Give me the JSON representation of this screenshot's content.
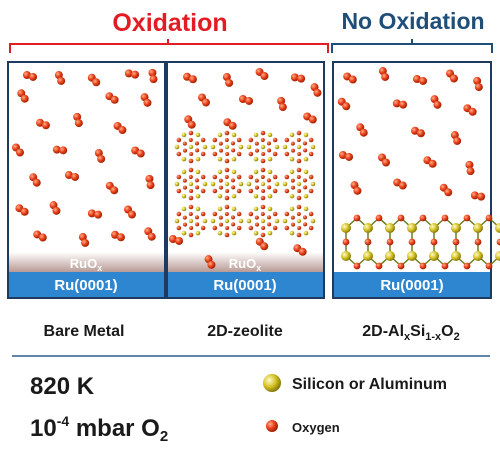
{
  "header": {
    "oxidation": "Oxidation",
    "no_oxidation": "No Oxidation"
  },
  "panels": [
    {
      "substrate": "Ru(0001)",
      "oxide_main": "RuO",
      "oxide_sub": "x",
      "caption": "Bare Metal"
    },
    {
      "substrate": "Ru(0001)",
      "oxide_main": "RuO",
      "oxide_sub": "x",
      "caption": "2D-zeolite"
    },
    {
      "substrate": "Ru(0001)",
      "caption_parts": [
        "2D-Al",
        "x",
        "Si",
        "1-x",
        "O",
        "2"
      ]
    }
  ],
  "conditions": {
    "temperature": "820 K",
    "pressure_base": "10",
    "pressure_exp": "-4",
    "pressure_unit": " mbar O",
    "pressure_sub": "2"
  },
  "legend": {
    "silicon_aluminum": "Silicon or Aluminum",
    "oxygen": "Oxygen"
  },
  "colors": {
    "oxidation": "#e31b23",
    "no_oxidation": "#1f4e79",
    "substrate": "#2e86d1",
    "oxide": "#b89b95",
    "oxygen": "#e8421b",
    "silicon": "#d6c425",
    "panel_border": "#1f3a5f"
  }
}
